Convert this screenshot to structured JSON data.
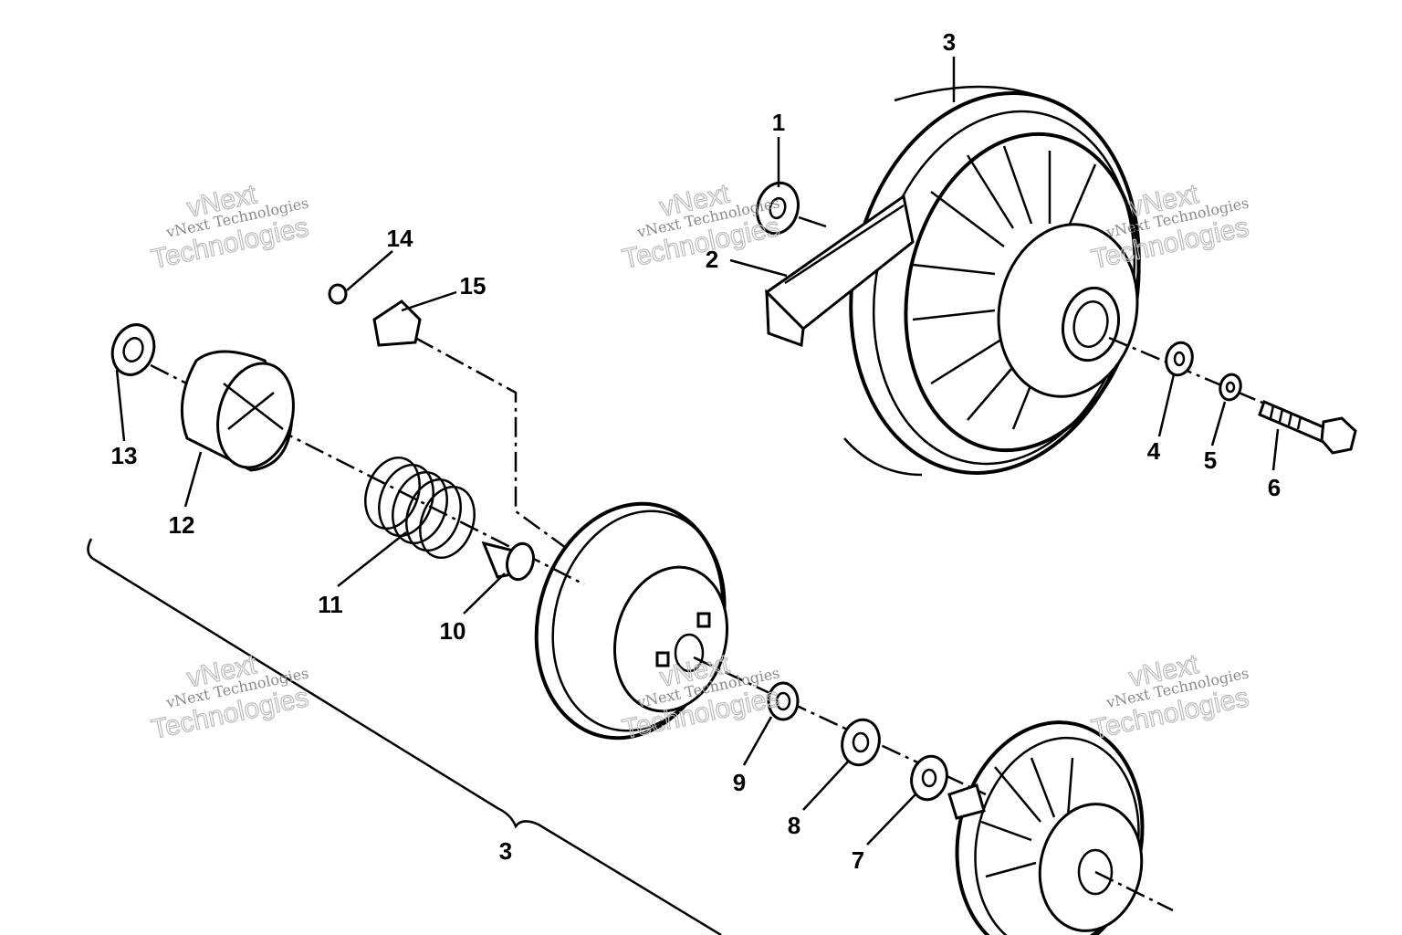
{
  "callouts": [
    {
      "id": "1",
      "label": "1"
    },
    {
      "id": "2",
      "label": "2"
    },
    {
      "id": "3a",
      "label": "3"
    },
    {
      "id": "4",
      "label": "4"
    },
    {
      "id": "5",
      "label": "5"
    },
    {
      "id": "6",
      "label": "6"
    },
    {
      "id": "7",
      "label": "7"
    },
    {
      "id": "8",
      "label": "8"
    },
    {
      "id": "9",
      "label": "9"
    },
    {
      "id": "10",
      "label": "10"
    },
    {
      "id": "11",
      "label": "11"
    },
    {
      "id": "12",
      "label": "12"
    },
    {
      "id": "13",
      "label": "13"
    },
    {
      "id": "14",
      "label": "14"
    },
    {
      "id": "15",
      "label": "15"
    },
    {
      "id": "3b",
      "label": "3"
    }
  ],
  "watermark": {
    "line_small": "vNext Technologies",
    "line_big_top": "vNext",
    "line_big_bottom": "Technologies"
  }
}
